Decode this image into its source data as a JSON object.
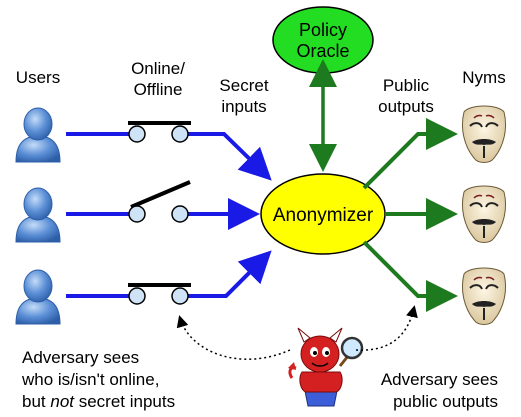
{
  "labels": {
    "users": "Users",
    "online_offline_1": "Online/",
    "online_offline_2": "Offline",
    "secret_inputs_1": "Secret",
    "secret_inputs_2": "inputs",
    "public_outputs_1": "Public",
    "public_outputs_2": "outputs",
    "nyms": "Nyms"
  },
  "policy_oracle": {
    "line1": "Policy",
    "line2": "Oracle"
  },
  "anonymizer": {
    "label": "Anonymizer"
  },
  "adversary_left": {
    "line1": "Adversary sees",
    "line2": "who is/isn't online,",
    "line3_pre": "but ",
    "line3_em": "not",
    "line3_post": " secret inputs"
  },
  "adversary_right": {
    "line1": "Adversary sees",
    "line2": "public outputs"
  },
  "users": [
    {
      "id": "user-1",
      "online": true
    },
    {
      "id": "user-2",
      "online": false
    },
    {
      "id": "user-3",
      "online": true
    }
  ],
  "colors": {
    "input_arrow": "#1a1ae6",
    "output_arrow": "#1e7a1e",
    "oracle_fill": "#22dd22",
    "anonymizer_fill": "#ffff00",
    "user_icon": "#5b8fd6",
    "mask": "#f1e3bf",
    "adversary": "#d42020"
  }
}
